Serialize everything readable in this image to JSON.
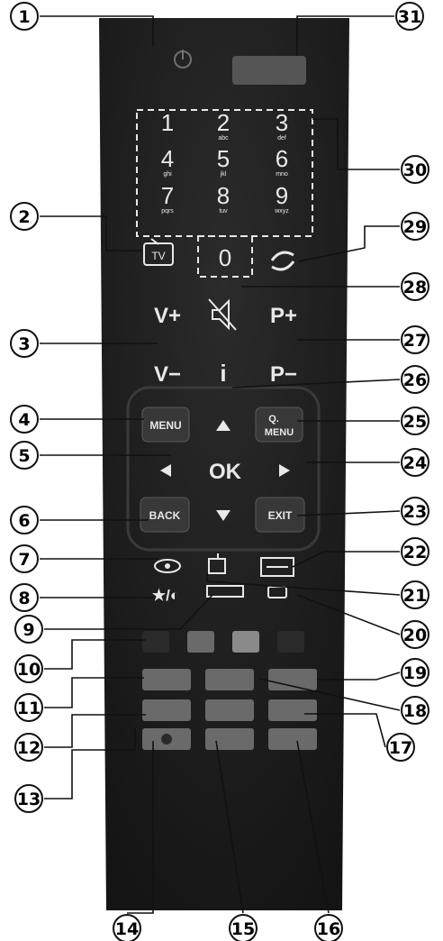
{
  "remote": {
    "keypad_digits": [
      "1",
      "2",
      "3",
      "4",
      "5",
      "6",
      "7",
      "8",
      "9",
      "0"
    ],
    "keypad_letters": [
      "",
      "abc",
      "def",
      "ghi",
      "jkl",
      "mno",
      "pqrs",
      "tuv",
      "wxyz",
      ""
    ],
    "tv_button": "TV",
    "vol_up": "V+",
    "vol_down": "V−",
    "prog_up": "P+",
    "prog_down": "P−",
    "info": "i",
    "menu": "MENU",
    "q_menu_top": "Q.",
    "q_menu_bottom": "MENU",
    "ok": "OK",
    "back": "BACK",
    "exit": "EXIT",
    "fav": "★/◐",
    "colors": {
      "body": "#1e1e1e",
      "button": "#3c3c3c",
      "text": "#e8e8e8"
    }
  },
  "callouts": [
    "1",
    "2",
    "3",
    "4",
    "5",
    "6",
    "7",
    "8",
    "9",
    "10",
    "11",
    "12",
    "13",
    "14",
    "15",
    "16",
    "17",
    "18",
    "19",
    "20",
    "21",
    "22",
    "23",
    "24",
    "25",
    "26",
    "27",
    "28",
    "29",
    "30",
    "31"
  ]
}
